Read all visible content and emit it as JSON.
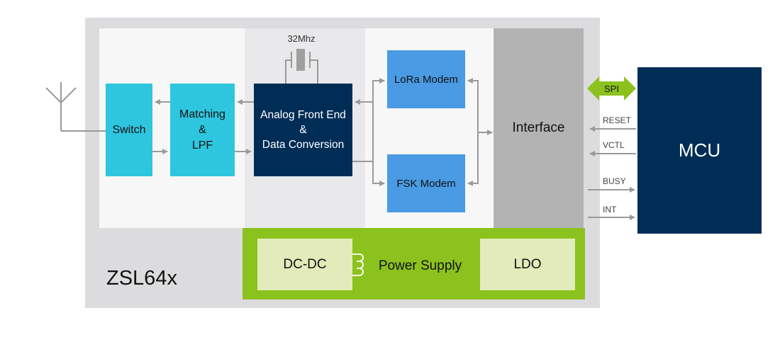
{
  "chip": {
    "name": "ZSL64x",
    "blocks": {
      "switch": "Switch",
      "matching": [
        "Matching",
        "&",
        "LPF"
      ],
      "afe": [
        "Analog Front End",
        "&",
        "Data Conversion"
      ],
      "lora_modem": "LoRa Modem",
      "fsk_modem": "FSK Modem",
      "interface": "Interface"
    },
    "crystal": {
      "label": "32Mhz",
      "icon": "crystal-oscillator-icon"
    },
    "power_supply": {
      "label": "Power Supply",
      "dcdc": "DC-DC",
      "ldo": "LDO",
      "icon": "inductor-icon"
    }
  },
  "external": {
    "antenna_icon": "antenna-icon",
    "mcu": "MCU",
    "spi": "SPI",
    "signals": [
      {
        "label": "RESET",
        "direction": "to-chip"
      },
      {
        "label": "VCTL",
        "direction": "to-chip"
      },
      {
        "label": "BUSY",
        "direction": "to-mcu"
      },
      {
        "label": "INT",
        "direction": "to-mcu"
      }
    ]
  },
  "colors": {
    "chip_bg": "#dcdcde",
    "cyan_block": "#2ec6df",
    "navy_block": "#002d56",
    "modem_block": "#4a9be3",
    "interface_block": "#b3b3b3",
    "power_green": "#8cc21e",
    "power_pale": "#e2ebb9",
    "wire_gray": "#9a9a9a"
  }
}
